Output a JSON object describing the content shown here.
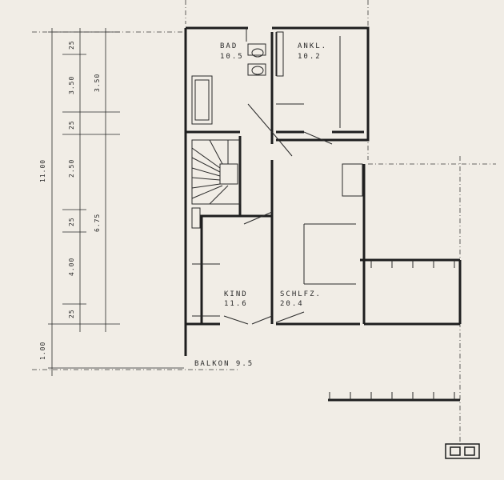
{
  "rooms": {
    "bad": {
      "name": "BAD",
      "area": "10.5"
    },
    "ankl": {
      "name": "ANKL.",
      "area": "10.2"
    },
    "kind": {
      "name": "KIND",
      "area": "11.6"
    },
    "schlfz": {
      "name": "SCHLFZ.",
      "area": "20.4"
    },
    "balkon": {
      "name": "BALKON 9.5"
    }
  },
  "dimensions": {
    "outer_left": "11.00",
    "outer_bottom": "1.00",
    "segments_left": [
      "25",
      "3.50",
      "25",
      "2.50",
      "25",
      "4.00",
      "25"
    ],
    "segments_right": [
      "3.50",
      "6.75"
    ]
  },
  "legend_icon": "stair-symbol-icon"
}
